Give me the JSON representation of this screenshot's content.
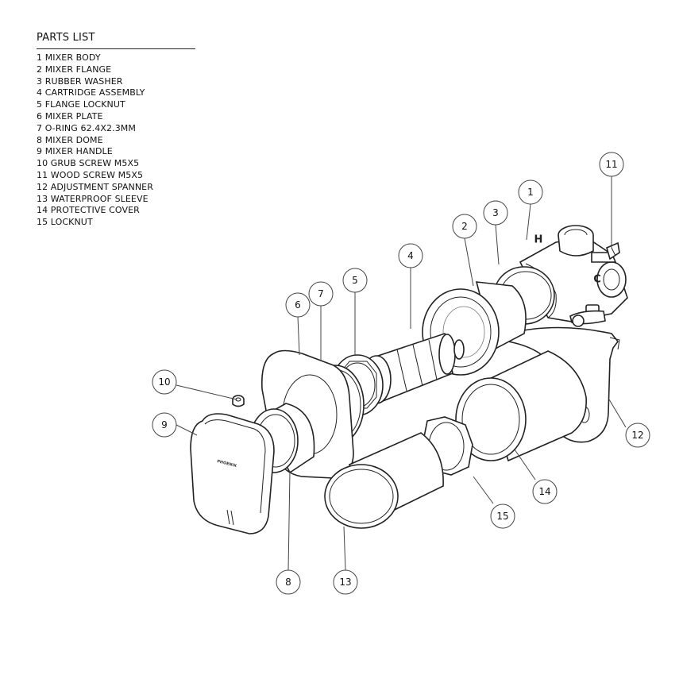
{
  "parts_list": {
    "title": "PARTS LIST",
    "items": [
      "1 MIXER BODY",
      "2 MIXER FLANGE",
      "3 RUBBER WASHER",
      "4 CARTRIDGE ASSEMBLY",
      "5 FLANGE LOCKNUT",
      "6 MIXER PLATE",
      "7 O-RING 62.4X2.3MM",
      "8 MIXER DOME",
      "9 MIXER HANDLE",
      "10 GRUB SCREW M5X5",
      "11 WOOD SCREW M5X5",
      "12 ADJUSTMENT SPANNER",
      "13 WATERPROOF SLEEVE",
      "14 PROTECTIVE COVER",
      "15 LOCKNUT"
    ]
  },
  "callouts": [
    "1",
    "2",
    "3",
    "4",
    "5",
    "6",
    "7",
    "8",
    "9",
    "10",
    "11",
    "12",
    "13",
    "14",
    "15"
  ],
  "body_markings": {
    "hot": "H",
    "cold": "C"
  },
  "handle_brand": "PHOENIX"
}
